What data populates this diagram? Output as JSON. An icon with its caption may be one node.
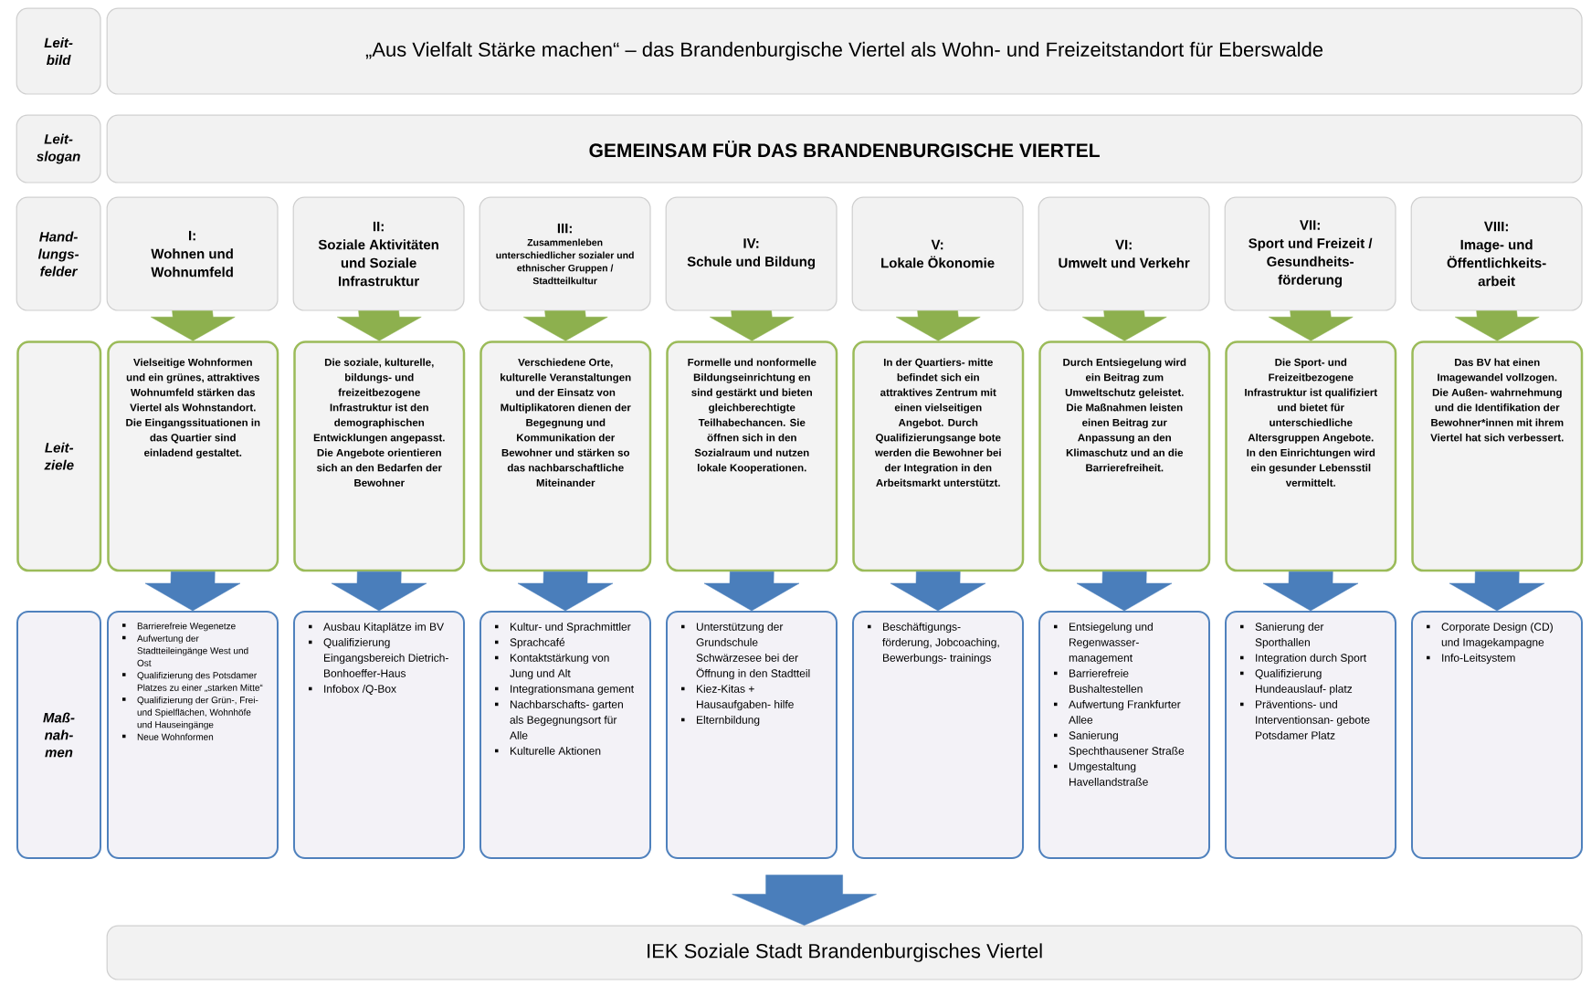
{
  "diagram": {
    "nodes": [
      {
        "text": [
          "Leit- bild"
        ]
      },
      {
        "text": [
          "„Aus Vielfalt Stärke machen“ – das Brandenburgische Viertel als Wohn- und Freizeitstandort für Eberswalde"
        ]
      },
      {
        "text": [
          "Leit- slogan"
        ]
      },
      {
        "text": [
          "GEMEINSAM FÜR DAS BRANDENBURGISCHE VIERTEL"
        ]
      },
      {
        "text": [
          "Hand- lungs- felder"
        ]
      },
      {
        "text": [
          "I:",
          "Wohnen und Wohnumfeld"
        ]
      },
      {
        "text": [
          "II:",
          "Soziale Aktivitäten und Soziale Infrastruktur"
        ]
      },
      {
        "text": [
          "III:",
          "Zusammenleben unterschiedlicher sozialer und ethnischer Gruppen / Stadtteilkultur"
        ]
      },
      {
        "text": [
          "IV:",
          "Schule und Bildung"
        ]
      },
      {
        "text": [
          "V:",
          "Lokale Ökonomie"
        ]
      },
      {
        "text": [
          "VI:",
          "Umwelt und Verkehr"
        ]
      },
      {
        "text": [
          "VII:",
          "Sport und Freizeit / Gesundheits- förderung"
        ]
      },
      {
        "text": [
          "VIII:",
          "Image- und Öffentlichkeits- arbeit"
        ]
      },
      {
        "text": [
          "Leit- ziele"
        ]
      },
      {
        "text": [
          "Vielseitige Wohnformen und ein grünes, attraktives Wohnumfeld stärken das Viertel als Wohnstandort. Die Eingangssituationen in das Quartier sind einladend gestaltet."
        ]
      },
      {
        "text": [
          "Die soziale, kulturelle, bildungs- und freizeitbezogene Infrastruktur ist den demographischen Entwicklungen angepasst. Die Angebote orientieren sich an den Bedarfen der Bewohner"
        ]
      },
      {
        "text": [
          "Verschiedene Orte, kulturelle Veranstaltungen und der Einsatz von Multiplikatoren dienen der Begegnung und Kommunikation der Bewohner und stärken so das nachbarschaftliche Miteinander"
        ]
      },
      {
        "text": [
          "Formelle und nonformelle Bildungseinrichtung en sind gestärkt und bieten gleichberechtigte Teilhabechancen. Sie öffnen sich in den Sozialraum und nutzen lokale Kooperationen."
        ]
      },
      {
        "text": [
          "In der Quartiers- mitte befindet sich ein attraktives Zentrum mit einen vielseitigen Angebot. Durch Qualifizierungsange bote werden die Bewohner bei der Integration in den Arbeitsmarkt unterstützt."
        ]
      },
      {
        "text": [
          "Durch Entsiegelung wird ein Beitrag zum Umweltschutz geleistet. Die Maßnahmen leisten einen Beitrag zur Anpassung an den Klimaschutz und an die Barrierefreiheit."
        ]
      },
      {
        "text": [
          "Die Sport- und Freizeitbezogene Infrastruktur ist qualifiziert und bietet für unterschiedliche Altersgruppen Angebote. In den Einrichtungen wird ein gesunder Lebensstil vermittelt."
        ]
      },
      {
        "text": [
          "Das BV hat einen Imagewandel vollzogen. Die Außen- wahrnehmung und die Identifikation der Bewohner*innen mit ihrem Viertel hat sich verbessert."
        ]
      },
      {
        "text": [
          "Maß- nah- men"
        ]
      },
      {
        "text": [
          "Barrierefreie Wegenetze",
          "Aufwertung der Stadtteileingänge West und Ost",
          "Qualifizierung des Potsdamer Platzes zu einer „starken Mitte“",
          "Qualifizierung der Grün-, Frei- und Spielflächen, Wohnhöfe und Hauseingänge",
          "Neue Wohnformen"
        ]
      },
      {
        "text": [
          "Ausbau Kitaplätze im BV",
          "Qualifizierung Eingangsbereich Dietrich- Bonhoeffer-Haus",
          "Infobox /Q-Box"
        ]
      },
      {
        "text": [
          "Kultur- und Sprachmittler",
          "Sprachcafé",
          "Kontaktstärkung von Jung und Alt",
          "Integrationsmana gement",
          "Nachbarschafts- garten als Begegnungsort für Alle",
          "Kulturelle Aktionen"
        ]
      },
      {
        "text": [
          "Unterstützung der Grundschule Schwärzesee bei der Öffnung in den Stadtteil",
          "Kiez-Kitas + Hausaufgaben- hilfe",
          "Elternbildung"
        ]
      },
      {
        "text": [
          "Beschäftigungs- förderung, Jobcoaching, Bewerbungs- trainings"
        ]
      },
      {
        "text": [
          "Entsiegelung und Regenwasser- management",
          "Barrierefreie Bushaltestellen",
          "Aufwertung Frankfurter Allee",
          "Sanierung Spechthausener Straße",
          "Umgestaltung Havellandstraße"
        ]
      },
      {
        "text": [
          "Sanierung der Sporthallen",
          "Integration durch Sport",
          "Qualifizierung Hundeauslauf- platz",
          "Präventions- und Interventionsan- gebote Potsdamer Platz"
        ]
      },
      {
        "text": [
          "Corporate Design (CD) und Imagekampagne",
          "Info-Leitsystem"
        ]
      },
      {
        "text": [
          "IEK Soziale Stadt Brandenburgisches Viertel"
        ]
      }
    ],
    "edges": [
      {
        "from": 5,
        "to": 14,
        "arrow": "to",
        "color": "#8db04e"
      },
      {
        "from": 6,
        "to": 15,
        "arrow": "to",
        "color": "#8db04e"
      },
      {
        "from": 7,
        "to": 16,
        "arrow": "to",
        "color": "#8db04e"
      },
      {
        "from": 8,
        "to": 17,
        "arrow": "to",
        "color": "#8db04e"
      },
      {
        "from": 9,
        "to": 18,
        "arrow": "to",
        "color": "#8db04e"
      },
      {
        "from": 10,
        "to": 19,
        "arrow": "to",
        "color": "#8db04e"
      },
      {
        "from": 11,
        "to": 20,
        "arrow": "to",
        "color": "#8db04e"
      },
      {
        "from": 12,
        "to": 21,
        "arrow": "to",
        "color": "#8db04e"
      },
      {
        "from": 14,
        "to": 23,
        "arrow": "to"
      },
      {
        "from": 15,
        "to": 24,
        "arrow": "to"
      },
      {
        "from": 16,
        "to": 25,
        "arrow": "to"
      },
      {
        "from": 17,
        "to": 26,
        "arrow": "to"
      },
      {
        "from": 18,
        "to": 27,
        "arrow": "to"
      },
      {
        "from": 19,
        "to": 28,
        "arrow": "to"
      },
      {
        "from": 20,
        "to": 29,
        "arrow": "to"
      },
      {
        "from": 21,
        "to": 30,
        "arrow": "to"
      },
      {
        "from": null,
        "to": 31,
        "arrow": "to"
      }
    ]
  }
}
